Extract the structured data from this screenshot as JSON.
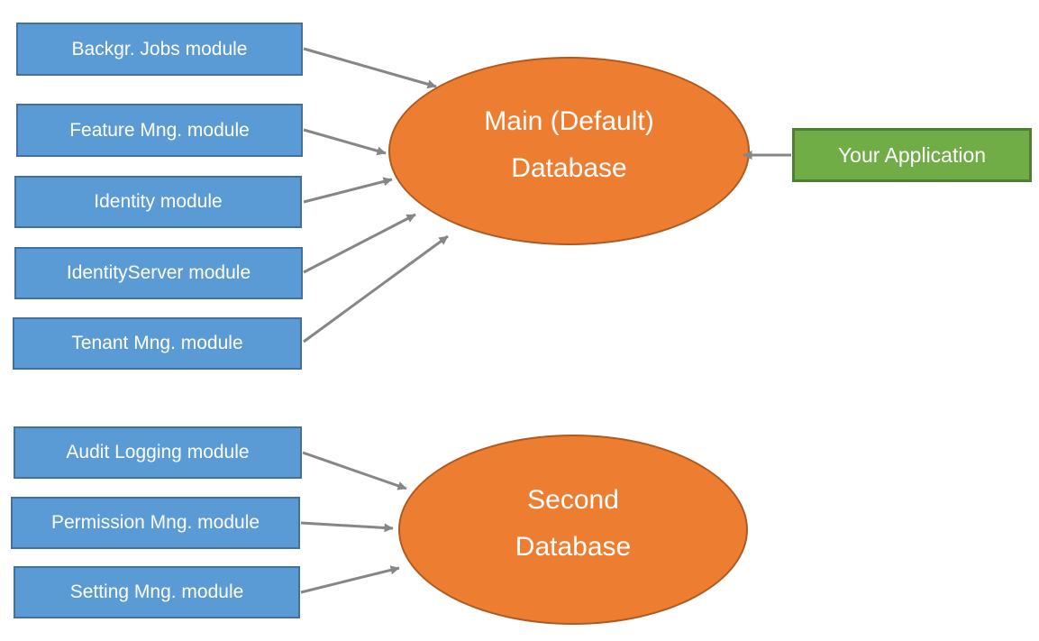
{
  "colors": {
    "module_fill": "#5B9BD5",
    "module_border": "#41719C",
    "database_fill": "#ED7D31",
    "database_border": "#AE5A21",
    "application_fill": "#70AD47",
    "application_border": "#507E32",
    "arrow": "#868686",
    "text": "#FFFFFF",
    "background": "#FFFFFF"
  },
  "main_group": {
    "modules": [
      {
        "label": "Backgr. Jobs module"
      },
      {
        "label": "Feature Mng. module"
      },
      {
        "label": "Identity module"
      },
      {
        "label": "IdentityServer module"
      },
      {
        "label": "Tenant Mng. module"
      }
    ],
    "database": {
      "line1": "Main (Default)",
      "line2": "Database"
    },
    "application": {
      "label": "Your Application"
    }
  },
  "second_group": {
    "modules": [
      {
        "label": "Audit Logging module"
      },
      {
        "label": "Permission Mng. module"
      },
      {
        "label": "Setting Mng. module"
      }
    ],
    "database": {
      "line1": "Second",
      "line2": "Database"
    }
  },
  "connections": [
    {
      "from": "Backgr. Jobs module",
      "to": "Main (Default) Database"
    },
    {
      "from": "Feature Mng. module",
      "to": "Main (Default) Database"
    },
    {
      "from": "Identity module",
      "to": "Main (Default) Database"
    },
    {
      "from": "IdentityServer module",
      "to": "Main (Default) Database"
    },
    {
      "from": "Tenant Mng. module",
      "to": "Main (Default) Database"
    },
    {
      "from": "Your Application",
      "to": "Main (Default) Database"
    },
    {
      "from": "Audit Logging module",
      "to": "Second Database"
    },
    {
      "from": "Permission Mng. module",
      "to": "Second Database"
    },
    {
      "from": "Setting Mng. module",
      "to": "Second Database"
    }
  ]
}
